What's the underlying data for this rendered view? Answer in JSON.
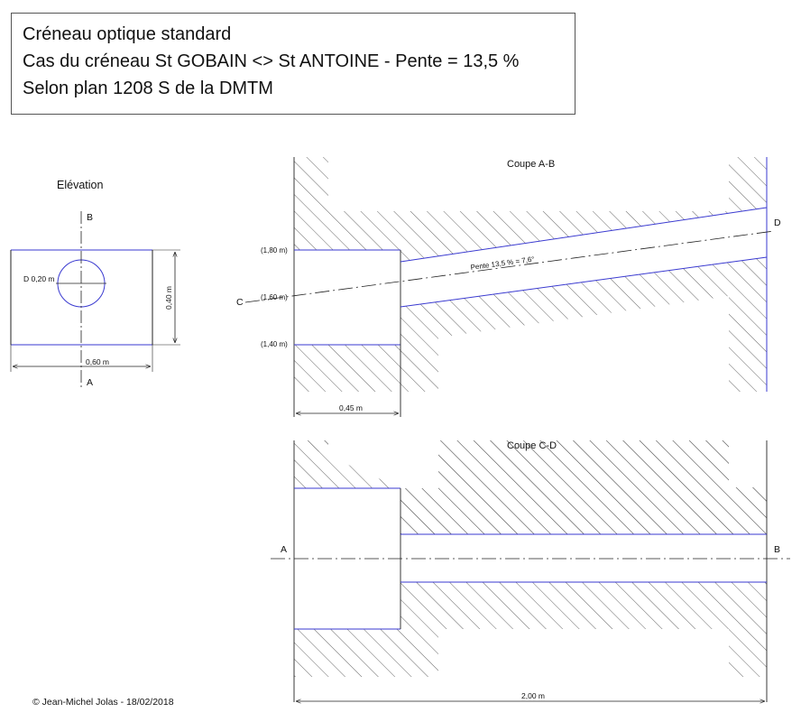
{
  "header": {
    "line1": "Créneau optique standard",
    "line2": "Cas du créneau St GOBAIN <> St ANTOINE - Pente = 13,5 %",
    "line3": "Selon plan 1208 S de la DMTM"
  },
  "elevation": {
    "title": "Elévation",
    "label_top": "B",
    "label_bottom": "A",
    "diameter": "D 0,20 m",
    "height": "0,40 m",
    "width": "0,60 m"
  },
  "section_ab": {
    "title": "Coupe A-B",
    "level_high": "(1,80 m)",
    "level_mid": "(1,60 m)",
    "level_low": "(1,40 m)",
    "label_left": "C",
    "label_right": "D",
    "slope": "Pente 13,5 % = 7,6°",
    "depth": "0,45 m"
  },
  "section_cd": {
    "title": "Coupe C-D",
    "label_left": "A",
    "label_right": "B",
    "length": "2,00 m"
  },
  "footer": {
    "credit": "© Jean-Michel Jolas - 18/02/2018"
  },
  "colors": {
    "outline": "#3a3ad0",
    "hatch": "#444444",
    "axis": "#222222"
  }
}
